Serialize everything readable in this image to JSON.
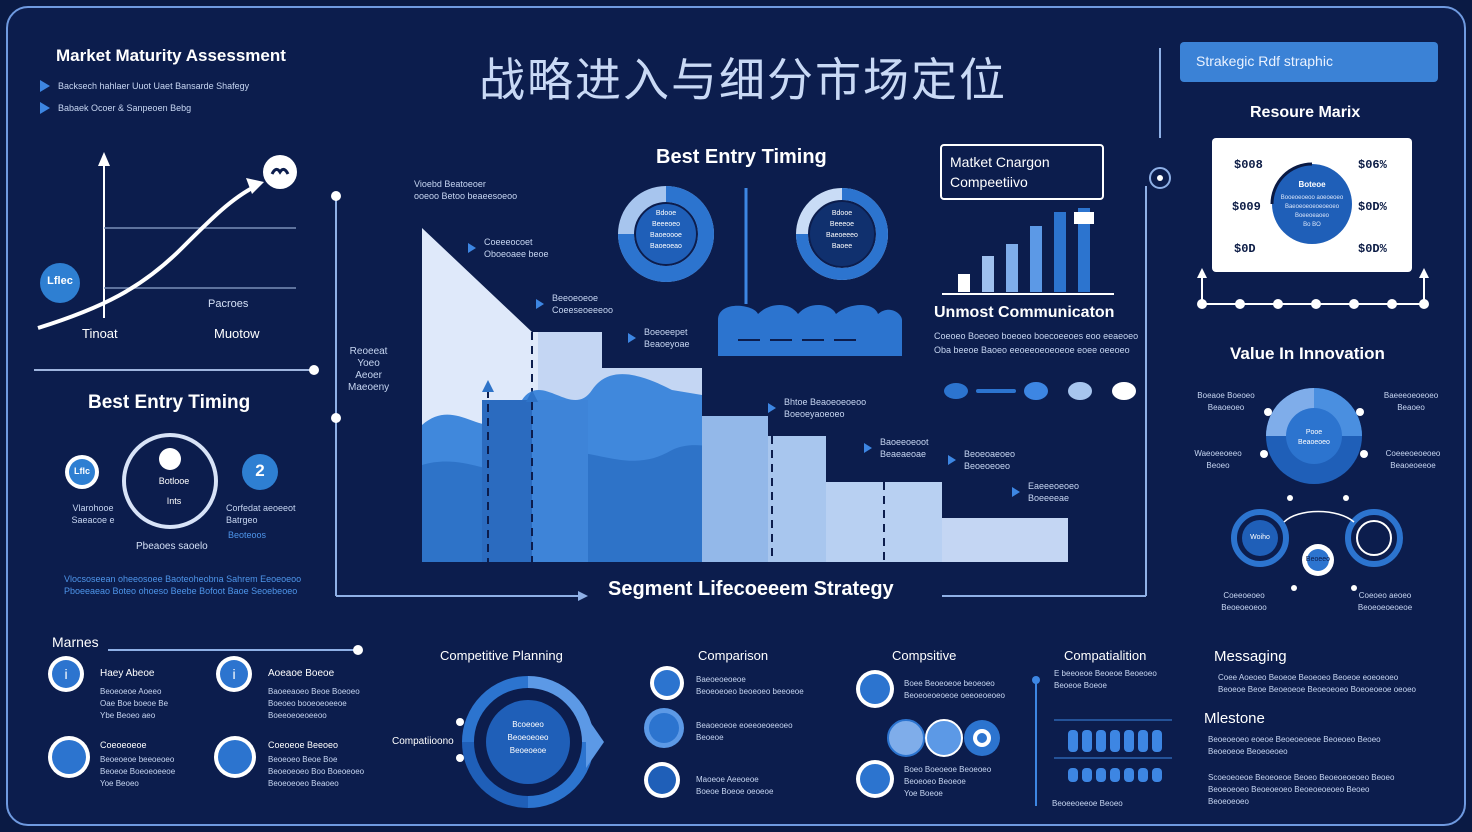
{
  "main_title": "战略进入与细分市场定位",
  "top_right_button": "Strakegic Rdf straphic",
  "left_panel": {
    "title": "Market Maturity Assessment",
    "bullets": [
      "Backsech hahlaer Uuot Uaet Bansarde Shafegy",
      "Babaek Ocoer & Sanpeoen Bebg"
    ],
    "chart_labels": {
      "left": "Tinoat",
      "right": "Muotow",
      "mid": "Pacroes",
      "badge": "Lflec"
    }
  },
  "entry_left": {
    "title": "Best Entry Timing",
    "left_caption": "Vlarohooe\nSaeacoe e",
    "right_caption": "Corfedat aeoeeot\nBatrgeo",
    "right_link": "Beoteoos",
    "center_top": "Botlooe",
    "center_bottom": "Ints",
    "bottom_caption": "Pbeaoes saoelo",
    "badge_left": "Lflc",
    "badge_right": "2",
    "footer_line1": "Vlocsoseean oheeosoee Baoteoheobna Sahrem Eeoeoeoo",
    "footer_line2": "Pboeeaeao Boteo ohoeso Beebe Bofoot Baoe Seoebeoeo"
  },
  "center": {
    "top_title": "Best Entry Timing",
    "left_note": "Vioebd Beatoeoer\nooeoo Betoo beaeesoeoo",
    "stage_labels": [
      "Coeeeocoet\nOboeoaee beoe",
      "Beeoeoeoe\nCoeeseoeeeoo",
      "Boeoeepet\nBeaoeyoae",
      "Bhtoe Beaoeoeoeoo\nBoeoeyaoeoeo",
      "Baoeeoeoot\nBeaeaeoae",
      "Beoeoaeoeo\nBeoeoeoeo",
      "Eaeeeoeoeo\nBoeeeeae"
    ],
    "side_label": "Reoeeat\nYoeo\nAeoer\nMaeoeny",
    "donut1": "Bdooe\nBeeeoeo\nBaoeoooe\nBaoeoeao",
    "donut2": "Bdooe\nBeeeoe\nBaeoeeeo\nBaoee",
    "bottom_title": "Segment Lifecoeeem Strategy"
  },
  "right_mid": {
    "box_label": "Matket Cnargon\nCompeetiivo",
    "section_title": "Unmost Communicaton",
    "desc_line1": "Coeoeo Boeoeo boeoeo boecoeeoes eoo eeaeoeo",
    "desc_line2": "Oba beeoe Baoeo eeoeeoeoeoeoe eoee oeeoeo"
  },
  "resource": {
    "title": "Resoure Marix",
    "values": [
      "$008",
      "$009",
      "$0D",
      "$06%",
      "$0D%",
      "$0D%"
    ],
    "center_title": "Boteoe",
    "center_lines": "Booeoeoeoo aoeoeoeo\nBaeoeoeoeoeoeoeo\nBoeeoeaoeo\nBo BO"
  },
  "innovation": {
    "title": "Value In Innovation",
    "labels": [
      "Boeaoe Boeoeo\nBeaoeoeo",
      "Baeeeoeoeoeo\nBeaoeo",
      "Waeoeeoeeo\nBeoeo",
      "Coeeeoeoeoeo\nBeaoeoeeoe",
      "Coeeoeoeo\nBeoeoeoeoo",
      "Coeoeo aeoeo\nBeoeoeoeoeoe"
    ],
    "hub": "Pooe\nBeaoeoeo",
    "node_left": "Woiho",
    "node_mid": "Beoeeo"
  },
  "bottom": {
    "marnes": {
      "title": "Marnes",
      "items": [
        {
          "title": "Haey Abeoe",
          "text": "Beoeoeoe Aoeeo\nOae Boe boeoe Be\nYbe Beoeo aeo"
        },
        {
          "title": "Aoeaoe Boeoe",
          "text": "Baoeeaoeo Beoe Boeoeo\nBoeoeo booeoeoeeoe\nBoeeoeoeoeeoo"
        },
        {
          "title": "Coeoeoeoe",
          "text": "Beoeoeoe beeoeoeo\nBeoeoe Boeoeoeeoe\nYoe Beoeo"
        },
        {
          "title": "Coeoeoe Beeoeo",
          "text": "Beoeoeo Beoe Boe\nBeoeoeoeo Boo Boeoeoeo\nBeoeoeoeo Beaoeo"
        }
      ]
    },
    "competitive": {
      "title": "Competitive Planning",
      "left_label": "Compatiioono",
      "hub": "Bcoeoeo\nBeoeoeoeo\nBeoeoeoe"
    },
    "comparison": {
      "title": "Comparison",
      "items": [
        "Baeoeoeoeoe\nBeoeoeoeo beoeoeo beeoeoe",
        "Beaoeoeoe eoeeoeoeeoeo\nBeoeoe",
        "Maoeoe Aeeoeoe\nBoeoe Boeoe oeoeoe"
      ]
    },
    "compsitive": {
      "title": "Compsitive",
      "items": [
        "Boee Beoeoeoe beoeoeo\nBeoeoeoeoeoe oeeoeoeoeo",
        "Boeo Boeoeoe Beoeoeo\nBeoeoeo Beoeoe\nYoe Boeoe"
      ]
    },
    "competition": {
      "title": "Compatialition",
      "sub": "E beeoeoe Beoeoe Beoeoeo\nBeoeoe Boeoe",
      "footer": "Beoeeoeeoe Beoeo"
    },
    "messaging": {
      "title": "Messaging",
      "text": "Coee Aoeoeo Beoeoe Beoeoeo Beoeoe eoeoeoeo\nBeoeoe Beoe Beoeoeoe Beoeoeoeo Boeoeoeoe oeoeo",
      "milestone_title": "Mlestone",
      "milestone_text1": "Beoeoeoeo eoeoe Beoeoeoeoe Beoeoeo Beoeo\nBeoeoeoe Beoeoeoeo",
      "milestone_text2": "Scoeoeoeoe Beoeoeoe Beoeo Beoeoeoeoeo Beoeo\nBeoeoeoeo Beoeoeoeo Beoeoeoeoeo Beoeo\nBeoeoeoeo"
    }
  },
  "colors": {
    "bg": "#0c1d4d",
    "accent": "#3b82d6",
    "light": "#c9d9f5",
    "deep": "#1f5fb8"
  }
}
